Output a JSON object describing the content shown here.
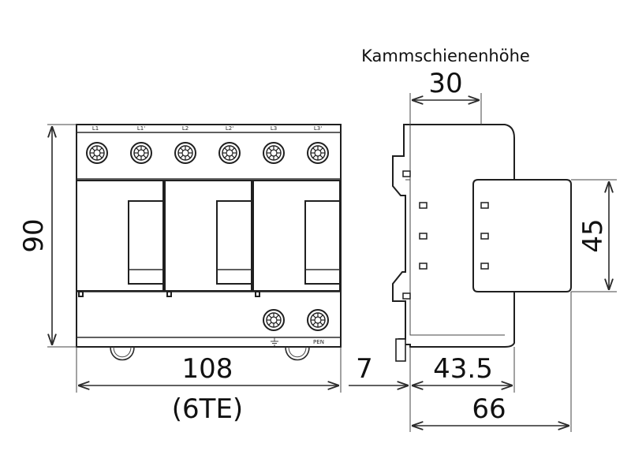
{
  "caption": "Kammschienenhöhe",
  "dimensions": {
    "height_total": "90",
    "width_front": "108",
    "width_units": "(6TE)",
    "rail_height": "30",
    "module_height": "45",
    "offset_left": "7",
    "depth_partial": "43.5",
    "depth_total": "66"
  },
  "terminals": {
    "top": [
      "L1",
      "L1'",
      "L2",
      "L2'",
      "L3",
      "L3'"
    ],
    "bottom_right": "PEN"
  }
}
